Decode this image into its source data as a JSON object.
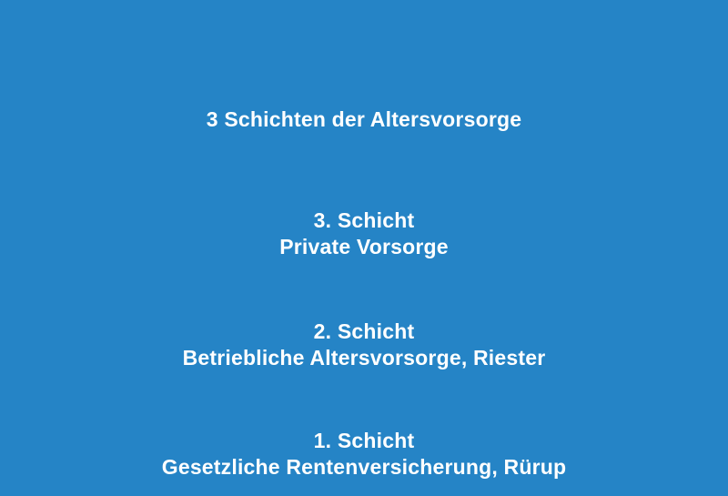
{
  "slide": {
    "title": "3 Schichten der Altersvorsorge",
    "background_color": "#2584C6",
    "text_color": "#FFFFFF",
    "layers": [
      {
        "heading": "3. Schicht",
        "description": "Private Vorsorge"
      },
      {
        "heading": "2. Schicht",
        "description": "Betriebliche Altersvorsorge, Riester"
      },
      {
        "heading": "1. Schicht",
        "description": "Gesetzliche Rentenversicherung, Rürup"
      }
    ]
  }
}
